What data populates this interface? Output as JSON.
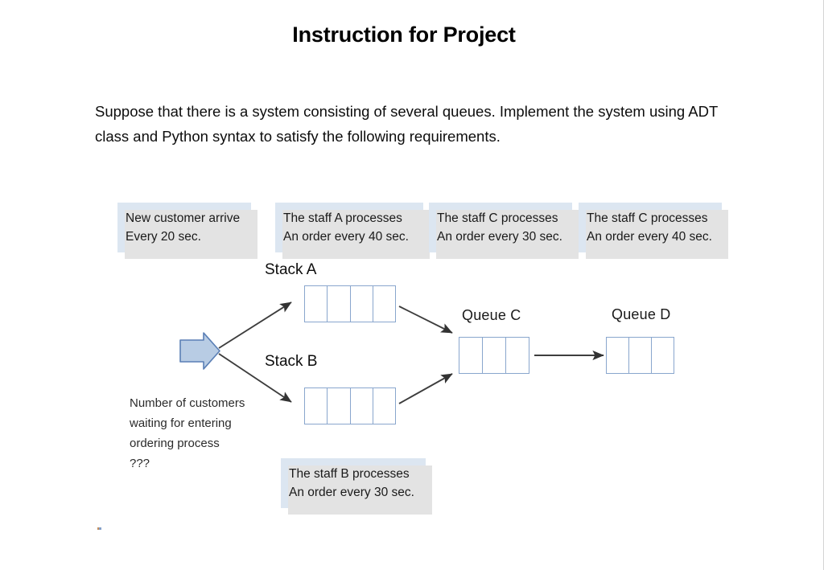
{
  "slide": {
    "title": "Instruction for Project",
    "intro": "Suppose that there is a system consisting of several queues. Implement the system using ADT class and Python syntax to satisfy the following requirements."
  },
  "colors": {
    "callout_fill": "#dce6f1",
    "callout_shadow": "#e3e3e3",
    "cell_border": "#89a6cd",
    "block_arrow_fill": "#b8cce4",
    "block_arrow_stroke": "#5a7fb5",
    "connector_stroke": "#404040",
    "text": "#000000"
  },
  "callouts": {
    "arrival": {
      "line1": "New customer arrive",
      "line2": "Every 20 sec."
    },
    "staff_a": {
      "line1": "The staff A processes",
      "line2": "An order every 40 sec."
    },
    "staff_c1": {
      "line1": "The staff C processes",
      "line2": "An order every 30 sec."
    },
    "staff_c2": {
      "line1": "The staff C processes",
      "line2": "An order every 40 sec."
    },
    "staff_b": {
      "line1": "The staff B processes",
      "line2": "An order every 30 sec."
    }
  },
  "structures": [
    {
      "id": "stack-a",
      "label": "Stack A",
      "cells": 4
    },
    {
      "id": "stack-b",
      "label": "Stack B",
      "cells": 4
    },
    {
      "id": "queue-c",
      "label": "Queue C",
      "cells": 3
    },
    {
      "id": "queue-d",
      "label": "Queue D",
      "cells": 3
    }
  ],
  "labels": {
    "stack_a": "Stack A",
    "stack_b": "Stack B",
    "queue_c": "Queue C",
    "queue_d": "Queue D"
  },
  "source_note": {
    "line1": "Number of customers",
    "line2": "waiting for entering",
    "line3": "ordering process",
    "line4": "???"
  },
  "icons": {
    "inflow": "block-right-arrow-icon"
  }
}
